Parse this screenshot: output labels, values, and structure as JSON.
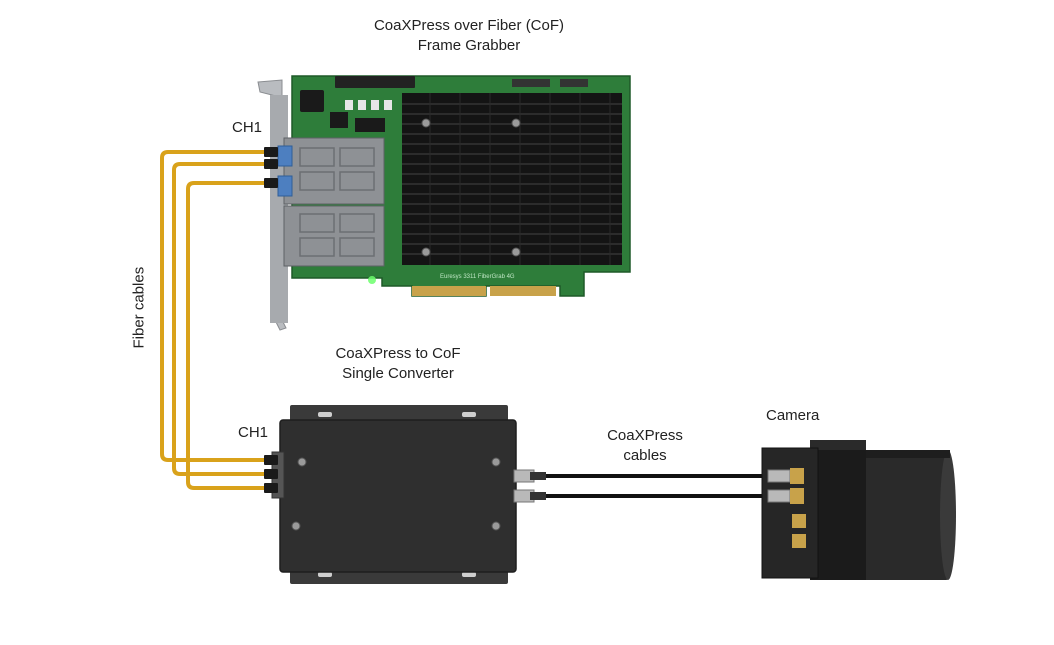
{
  "labels": {
    "frame_grabber_line1": "CoaXPress over Fiber (CoF)",
    "frame_grabber_line2": "Frame Grabber",
    "ch1_grabber": "CH1",
    "fiber_cables": "Fiber cables",
    "converter_line1": "CoaXPress to CoF",
    "converter_line2": "Single Converter",
    "ch1_converter": "CH1",
    "coax_cables_line1": "CoaXPress",
    "coax_cables_line2": "cables",
    "camera": "Camera"
  },
  "pcb_silkscreen": "Euresys 3311 FiberGrab 4G",
  "colors": {
    "fiber": "#D9A21B",
    "pcb": "#2E7D3A",
    "heatsink": "#141414",
    "converter_box": "#2F2F2F",
    "camera_body": "#1B1B1B",
    "coax_cable": "#111111",
    "gold_connector": "#C8A24A"
  }
}
